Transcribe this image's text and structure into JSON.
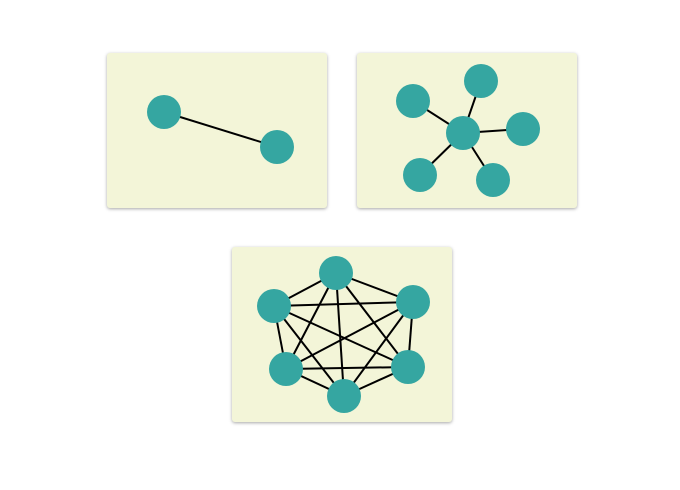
{
  "colors": {
    "background": "#ffffff",
    "panel": "#f3f5d8",
    "node": "#35a6a1",
    "edge": "#000000"
  },
  "graphs": [
    {
      "id": "two-node-graph",
      "node_count": 2,
      "edges": [
        [
          0,
          1
        ]
      ]
    },
    {
      "id": "star-graph",
      "node_count": 6,
      "edges": [
        [
          0,
          1
        ],
        [
          0,
          2
        ],
        [
          0,
          3
        ],
        [
          0,
          4
        ],
        [
          0,
          5
        ]
      ]
    },
    {
      "id": "complete-graph",
      "node_count": 6,
      "edges": [
        [
          0,
          1
        ],
        [
          0,
          2
        ],
        [
          0,
          3
        ],
        [
          0,
          4
        ],
        [
          0,
          5
        ],
        [
          1,
          2
        ],
        [
          1,
          3
        ],
        [
          1,
          4
        ],
        [
          1,
          5
        ],
        [
          2,
          3
        ],
        [
          2,
          4
        ],
        [
          2,
          5
        ],
        [
          3,
          4
        ],
        [
          3,
          5
        ],
        [
          4,
          5
        ]
      ]
    }
  ]
}
